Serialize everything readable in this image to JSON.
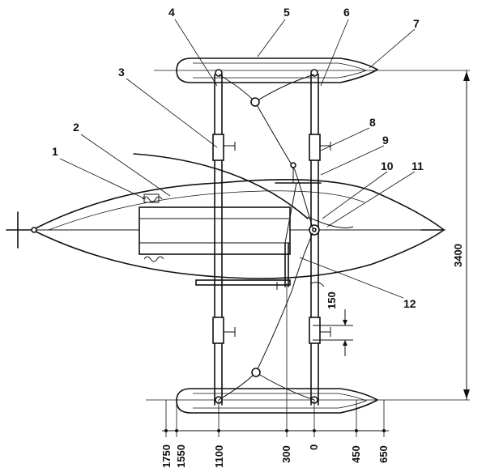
{
  "callouts": [
    "1",
    "2",
    "3",
    "4",
    "5",
    "6",
    "7",
    "8",
    "9",
    "10",
    "11",
    "12"
  ],
  "dimensions": {
    "overall_width": "3400",
    "pedal_offset": "150",
    "bottom": [
      "1750",
      "1550",
      "1100",
      "300",
      "0",
      "450",
      "650"
    ]
  }
}
